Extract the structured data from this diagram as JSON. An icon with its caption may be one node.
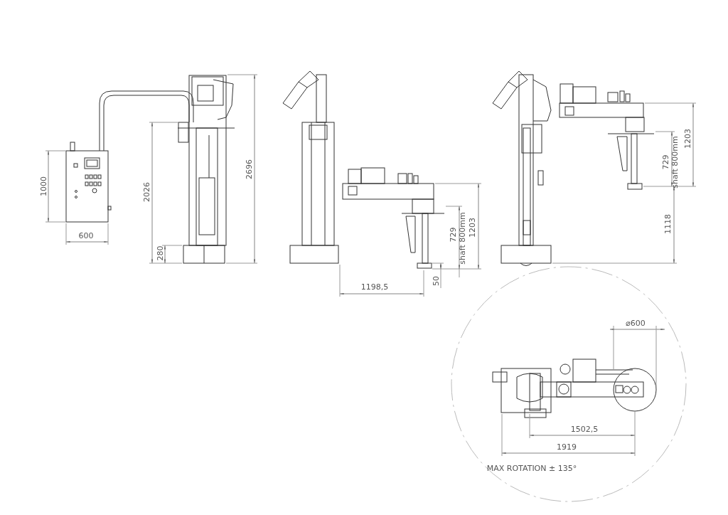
{
  "diagram": {
    "labels": [
      "1000",
      "600",
      "2026",
      "280",
      "2696",
      "729",
      "shaft 800mm",
      "1203",
      "1198,5",
      "50",
      "729",
      "shaft 800mm",
      "1203",
      "1118",
      "⌀600",
      "1502,5",
      "1919",
      "MAX ROTATION ± 135°"
    ]
  }
}
